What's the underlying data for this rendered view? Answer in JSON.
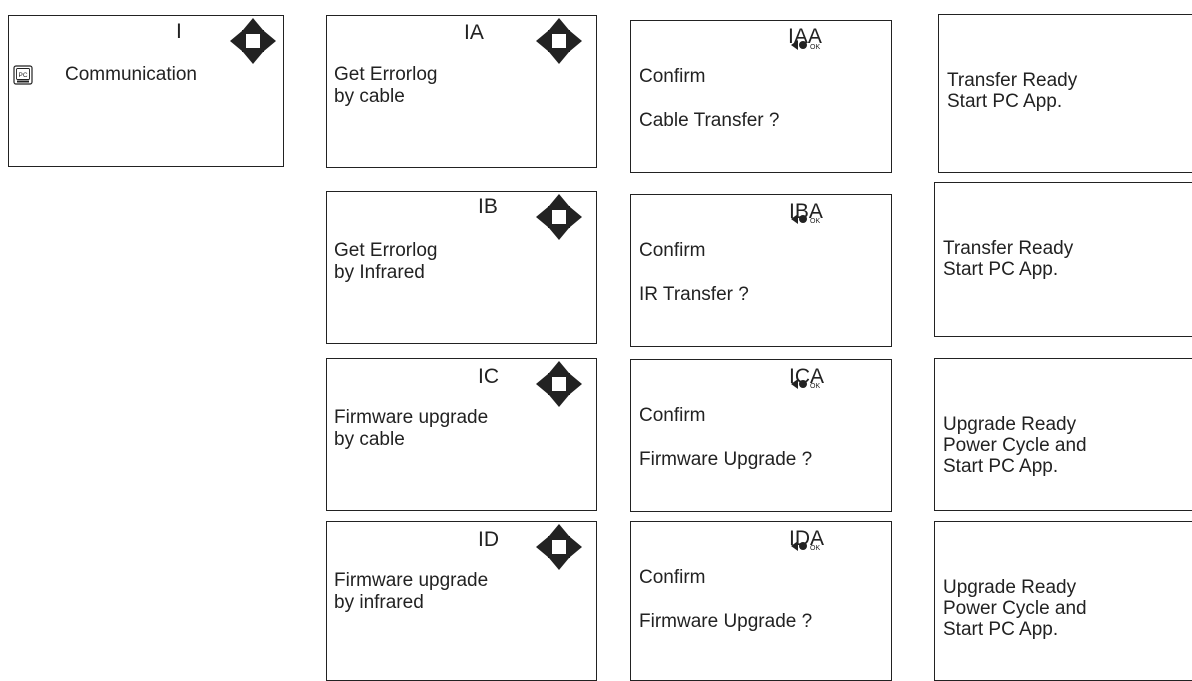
{
  "screens": [
    {
      "id": "I",
      "code": "I",
      "lines": [
        "Communication"
      ],
      "control": "nav",
      "icon": "pc"
    },
    {
      "id": "IA",
      "code": "IA",
      "lines": [
        "Get Errorlog",
        "by cable"
      ],
      "control": "nav"
    },
    {
      "id": "IAA",
      "code": "IAA",
      "lines": [
        "Confirm",
        "Cable Transfer ?"
      ],
      "control": "confirm"
    },
    {
      "id": "IAA-R",
      "code": "",
      "lines": [
        "Transfer Ready",
        "Start PC App."
      ],
      "control": "none"
    },
    {
      "id": "IB",
      "code": "IB",
      "lines": [
        "Get Errorlog",
        "by Infrared"
      ],
      "control": "nav"
    },
    {
      "id": "IBA",
      "code": "IBA",
      "lines": [
        "Confirm",
        "IR Transfer ?"
      ],
      "control": "confirm"
    },
    {
      "id": "IBA-R",
      "code": "",
      "lines": [
        "Transfer Ready",
        "Start PC App."
      ],
      "control": "none"
    },
    {
      "id": "IC",
      "code": "IC",
      "lines": [
        "Firmware upgrade",
        "by cable"
      ],
      "control": "nav"
    },
    {
      "id": "ICA",
      "code": "ICA",
      "lines": [
        "Confirm",
        "Firmware Upgrade ?"
      ],
      "control": "confirm"
    },
    {
      "id": "ICA-R",
      "code": "",
      "lines": [
        "Upgrade Ready",
        "Power Cycle and",
        "Start PC App."
      ],
      "control": "none"
    },
    {
      "id": "ID",
      "code": "ID",
      "lines": [
        "Firmware upgrade",
        "by infrared"
      ],
      "control": "nav"
    },
    {
      "id": "IDA",
      "code": "IDA",
      "lines": [
        "Confirm",
        "Firmware Upgrade ?"
      ],
      "control": "confirm"
    },
    {
      "id": "IDA-R",
      "code": "",
      "lines": [
        "Upgrade Ready",
        "Power Cycle and",
        "Start PC App."
      ],
      "control": "none"
    }
  ],
  "icons": {
    "pc_label": "PC",
    "ok_label": "OK",
    "nav_icon": "four-way-arrow-icon",
    "confirm_icon": "back-ok-icon",
    "pc_icon": "pc-icon"
  },
  "colors": {
    "stroke": "#222222",
    "fill": "#222222",
    "background": "#ffffff"
  }
}
